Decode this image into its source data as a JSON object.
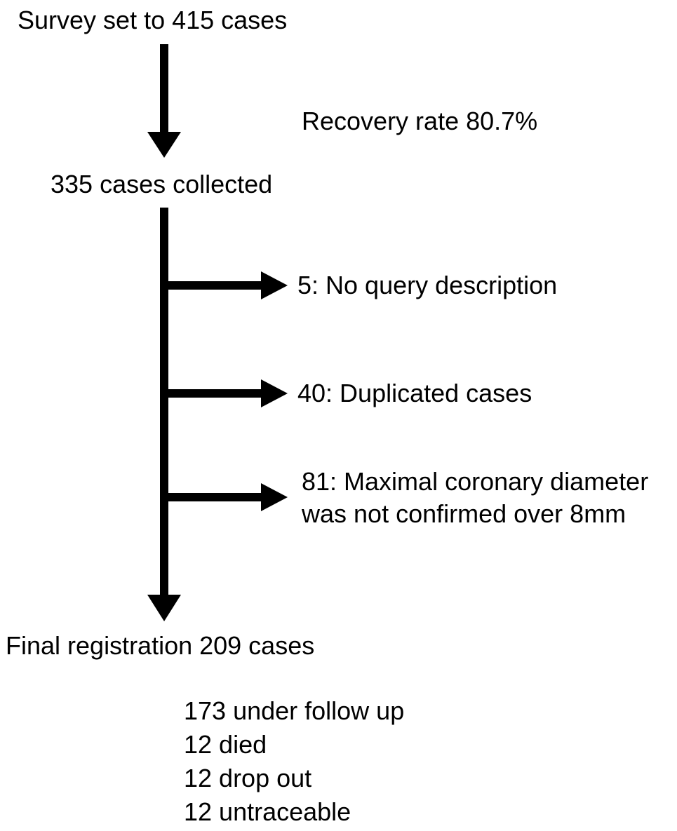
{
  "flow": {
    "start": "Survey set to 415 cases",
    "recovery_note": "Recovery rate 80.7%",
    "collected": "335 cases collected",
    "exclusions": [
      {
        "text": "5: No query description"
      },
      {
        "text": "40: Duplicated cases"
      },
      {
        "line1": "81: Maximal coronary diameter",
        "line2": "was not confirmed over 8mm"
      }
    ],
    "final": "Final registration 209 cases",
    "outcomes": [
      "173 under follow up",
      "12 died",
      "12 drop out",
      "12 untraceable"
    ]
  }
}
